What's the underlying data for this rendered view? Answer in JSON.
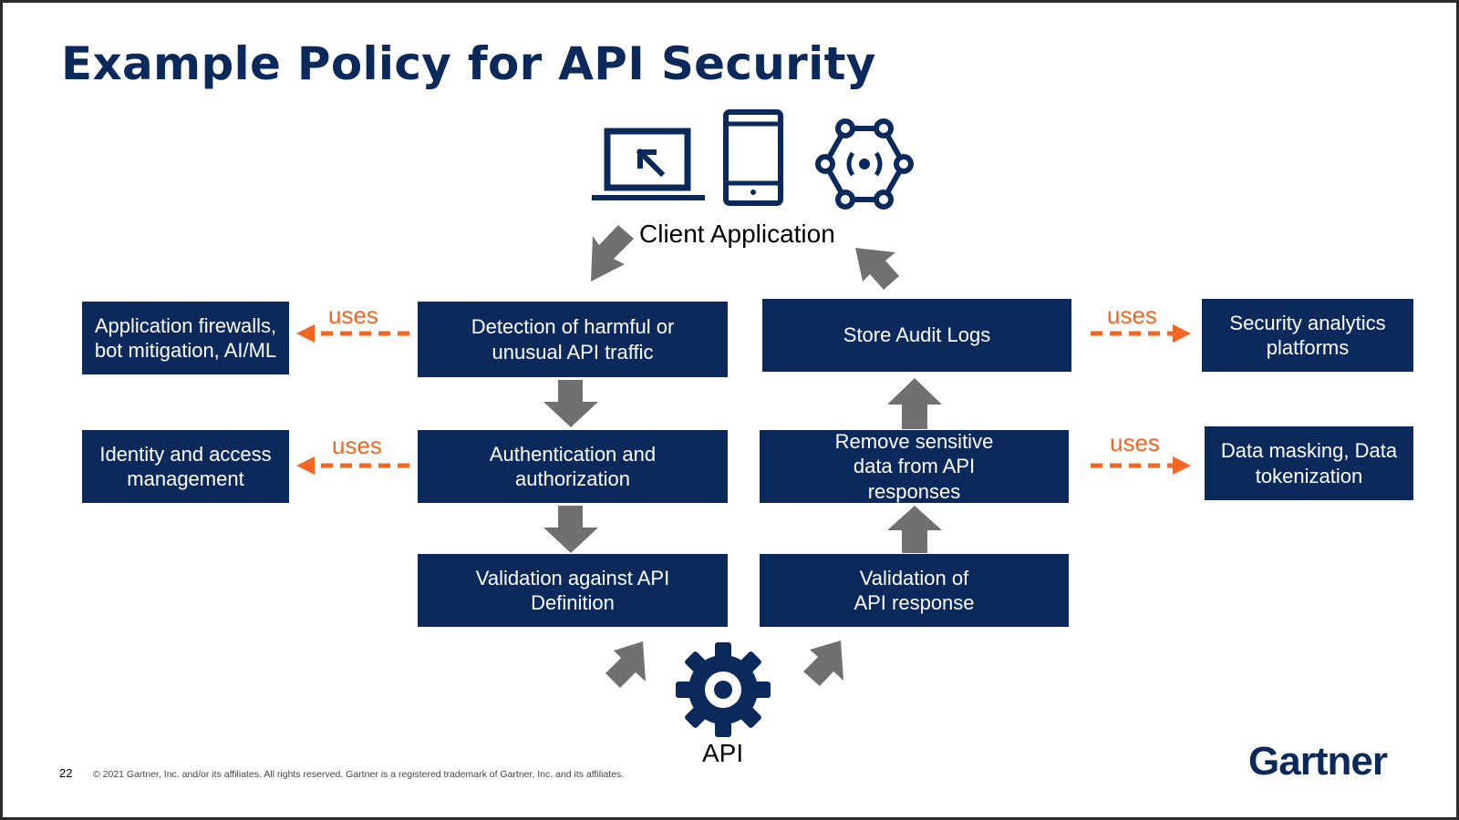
{
  "title": "Example Policy for API Security",
  "client_label": "Client Application",
  "api_label": "API",
  "uses_label": "uses",
  "flow": {
    "detection": "Detection of harmful or unusual API traffic",
    "authn": "Authentication and authorization",
    "validation_def": "Validation against API Definition",
    "store_logs": "Store Audit Logs",
    "remove_sensitive": "Remove sensitive data from API responses",
    "validation_resp": "Validation of API response"
  },
  "tools": {
    "firewalls": "Application firewalls, bot mitigation, AI/ML",
    "iam": "Identity and access management",
    "analytics": "Security analytics platforms",
    "masking": "Data masking, Data tokenization"
  },
  "footer": {
    "page_number": "22",
    "copyright": "© 2021 Gartner, Inc. and/or its affiliates. All rights reserved. Gartner is a registered trademark of Gartner, Inc. and its affiliates.",
    "logo": "Gartner"
  },
  "colors": {
    "navy": "#0b2a5b",
    "orange": "#f26522",
    "gray_arrow": "#707070"
  },
  "icons": [
    "laptop-icon",
    "tablet-icon",
    "network-hub-icon",
    "gear-icon"
  ]
}
